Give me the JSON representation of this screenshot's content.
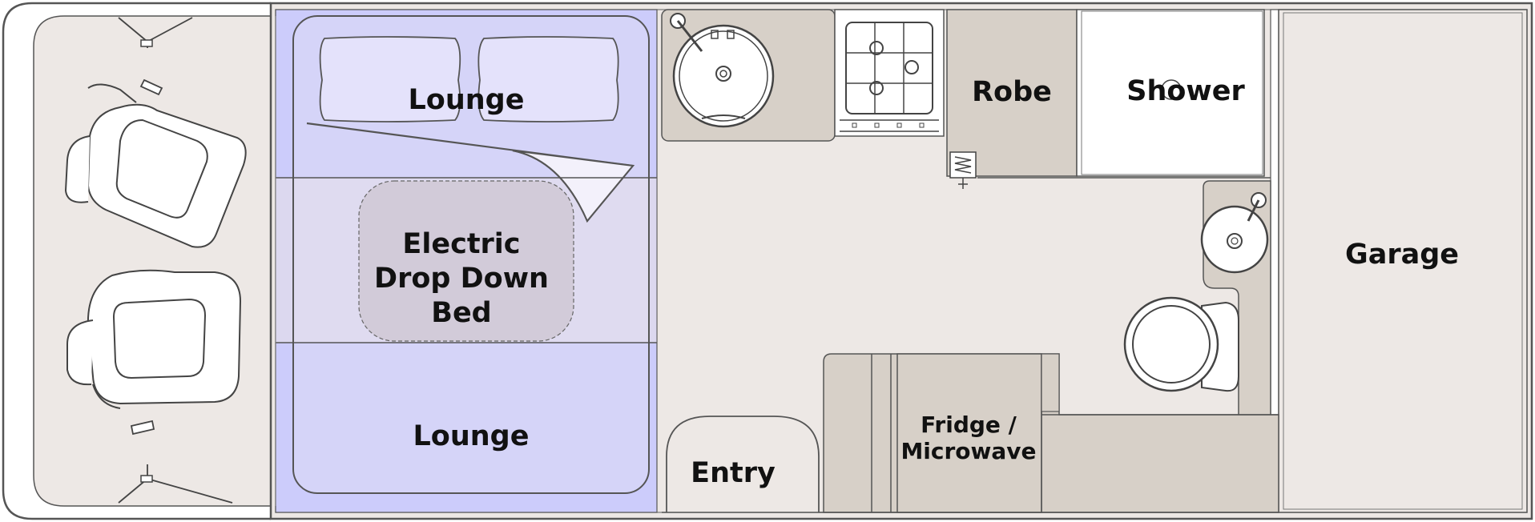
{
  "floorplan": {
    "labels": {
      "lounge_top": "Lounge",
      "lounge_bottom": "Lounge",
      "bed": "Electric Drop Down Bed",
      "bed_lines": [
        "Electric",
        "Drop Down",
        "Bed"
      ],
      "robe": "Robe",
      "shower": "Shower",
      "garage": "Garage",
      "entry": "Entry",
      "fridge": "Fridge / Microwave",
      "fridge_lines": [
        "Fridge /",
        "Microwave"
      ]
    },
    "colors": {
      "outline": "#555555",
      "floor": "#ede8e5",
      "cabinetry": "#d7d0c8",
      "lounge": "#ccccfb",
      "bed_overlay": "#dcd8ef",
      "bed_motor": "#d2cbd9",
      "label": "#111111"
    },
    "icons": [
      "sink-icon",
      "cooktop-icon",
      "toilet-icon",
      "vanity-basin-icon",
      "driver-seat-icon",
      "passenger-seat-icon",
      "mirror-icon",
      "seatbelt-icon"
    ]
  }
}
